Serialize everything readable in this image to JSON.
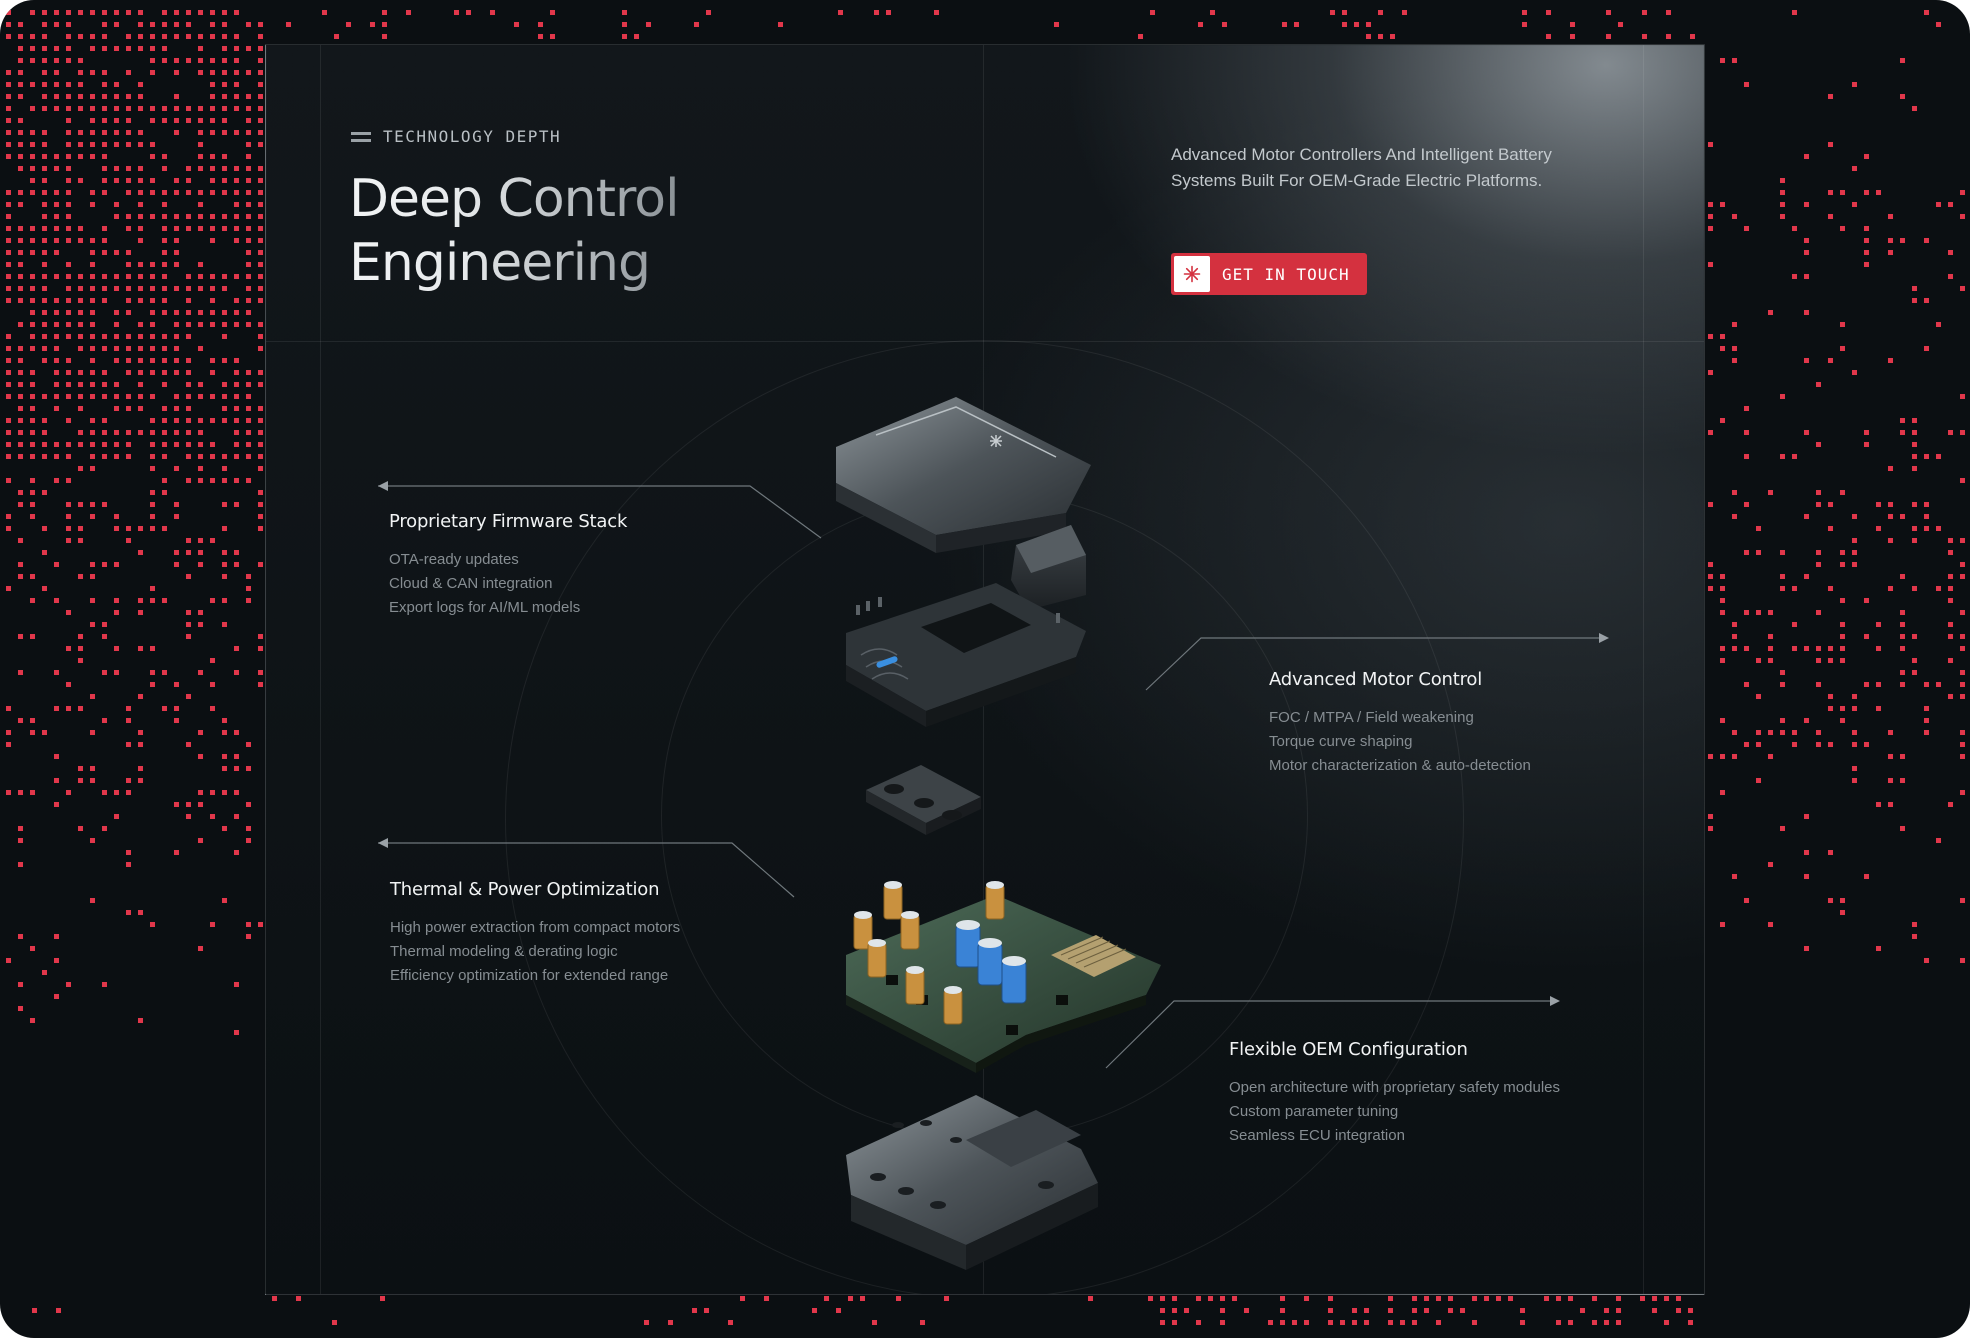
{
  "section": {
    "eyebrow": "TECHNOLOGY DEPTH",
    "title_line1": "Deep Control",
    "title_line2": "Engineering",
    "description": "Advanced Motor Controllers And Intelligent Battery Systems Built For OEM-Grade Electric Platforms.",
    "cta_label": "GET IN TOUCH",
    "cta_icon": "asterisk-icon"
  },
  "features": [
    {
      "title": "Proprietary Firmware Stack",
      "items": [
        "OTA-ready updates",
        "Cloud & CAN integration",
        "Export logs for AI/ML models"
      ]
    },
    {
      "title": "Advanced Motor Control",
      "items": [
        "FOC / MTPA / Field weakening",
        "Torque curve shaping",
        "Motor characterization & auto-detection"
      ]
    },
    {
      "title": "Thermal & Power Optimization",
      "items": [
        "High power extraction from compact motors",
        "Thermal modeling & derating logic",
        "Efficiency optimization for extended range"
      ]
    },
    {
      "title": "Flexible OEM Configuration",
      "items": [
        "Open architecture with proprietary safety modules",
        "Custom parameter tuning",
        "Seamless ECU integration"
      ]
    }
  ],
  "colors": {
    "accent": "#d4313f",
    "background": "#0b0f12",
    "dot": "#e2374b"
  }
}
